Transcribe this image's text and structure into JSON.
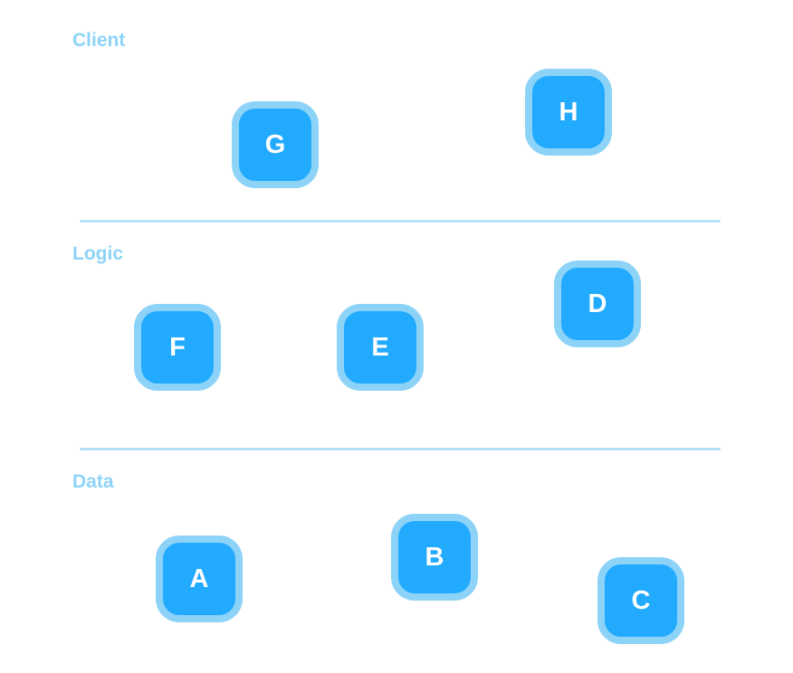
{
  "colors": {
    "node_fill": "#22aaff",
    "node_border": "#8dd3f7",
    "layer_label": "#8dd3f7",
    "divider": "#b6e0f8",
    "node_text": "#ffffff"
  },
  "layers": {
    "client": "Client",
    "logic": "Logic",
    "data": "Data"
  },
  "nodes": {
    "a": "A",
    "b": "B",
    "c": "C",
    "d": "D",
    "e": "E",
    "f": "F",
    "g": "G",
    "h": "H"
  }
}
